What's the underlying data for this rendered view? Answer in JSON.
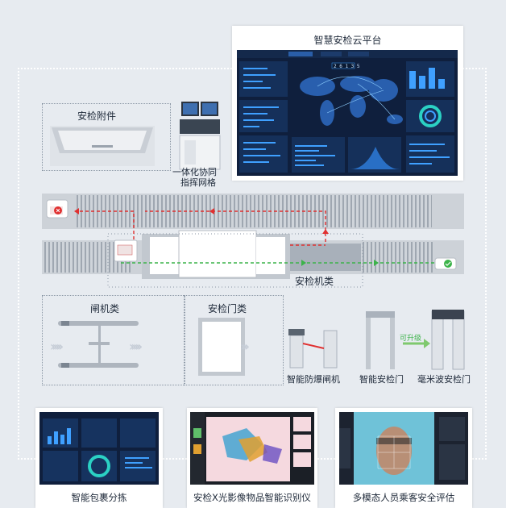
{
  "platform": {
    "title": "智慧安检云平台",
    "tabs": [
      "",
      "",
      ""
    ],
    "counter": "2 6 1 3 5"
  },
  "attachments": {
    "title": "安检附件"
  },
  "command": {
    "line1": "一体化协同",
    "line2": "指挥网格"
  },
  "machines": {
    "title": "安检机类"
  },
  "gate_class": {
    "title": "闸机类"
  },
  "door_class": {
    "title": "安检门类"
  },
  "devices": {
    "gate": "智能防爆闸机",
    "door": "智能安检门",
    "upgrade": "可升级",
    "mmwave": "毫米波安检门"
  },
  "bottom": {
    "sorting": "智能包裹分拣",
    "xray": "安检X光影像物品智能识别仪",
    "face": "多模态人员乘客安全评估"
  },
  "colors": {
    "accent_red": "#e03030",
    "accent_green": "#3cb34a",
    "panel_bg": "#0f1f3d"
  }
}
